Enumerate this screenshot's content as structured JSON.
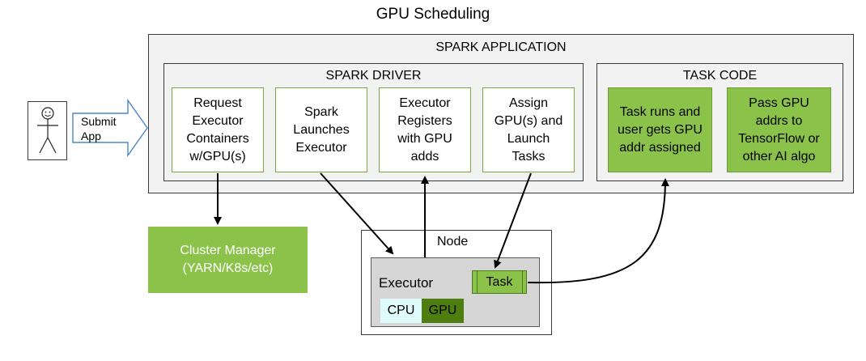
{
  "title": "GPU Scheduling",
  "spark_application": {
    "label": "SPARK APPLICATION"
  },
  "spark_driver": {
    "label": "SPARK DRIVER",
    "steps": [
      {
        "lines": [
          "Request",
          "Executor",
          "Containers",
          "w/GPU(s)"
        ]
      },
      {
        "lines": [
          "Spark",
          "Launches",
          "Executor"
        ]
      },
      {
        "lines": [
          "Executor",
          "Registers",
          "with GPU",
          "adds"
        ]
      },
      {
        "lines": [
          "Assign",
          "GPU(s) and",
          "Launch",
          "Tasks"
        ]
      }
    ]
  },
  "task_code": {
    "label": "TASK CODE",
    "boxes": [
      {
        "lines": [
          "Task runs and",
          "user gets GPU",
          "addr assigned"
        ]
      },
      {
        "lines": [
          "Pass GPU",
          "addrs to",
          "TensorFlow or",
          "other AI algo"
        ]
      }
    ]
  },
  "submit": {
    "lines": [
      "Submit",
      "App"
    ]
  },
  "cluster_manager": {
    "lines": [
      "Cluster Manager",
      "(YARN/K8s/etc)"
    ]
  },
  "node": {
    "label": "Node",
    "executor_label": "Executor",
    "task_label": "Task",
    "cpu_label": "CPU",
    "gpu_label": "GPU"
  },
  "colors": {
    "green": "#8bc34a",
    "dark_green": "#4e7d10",
    "cyan": "#e0fbfb",
    "panel_gray": "#f2f2f2",
    "executor_gray": "#d6d6d6",
    "arrow_blue": "#4a86c8"
  },
  "icons": {
    "actor": "stick-figure-icon",
    "submit_arrow": "block-arrow-right-icon"
  }
}
